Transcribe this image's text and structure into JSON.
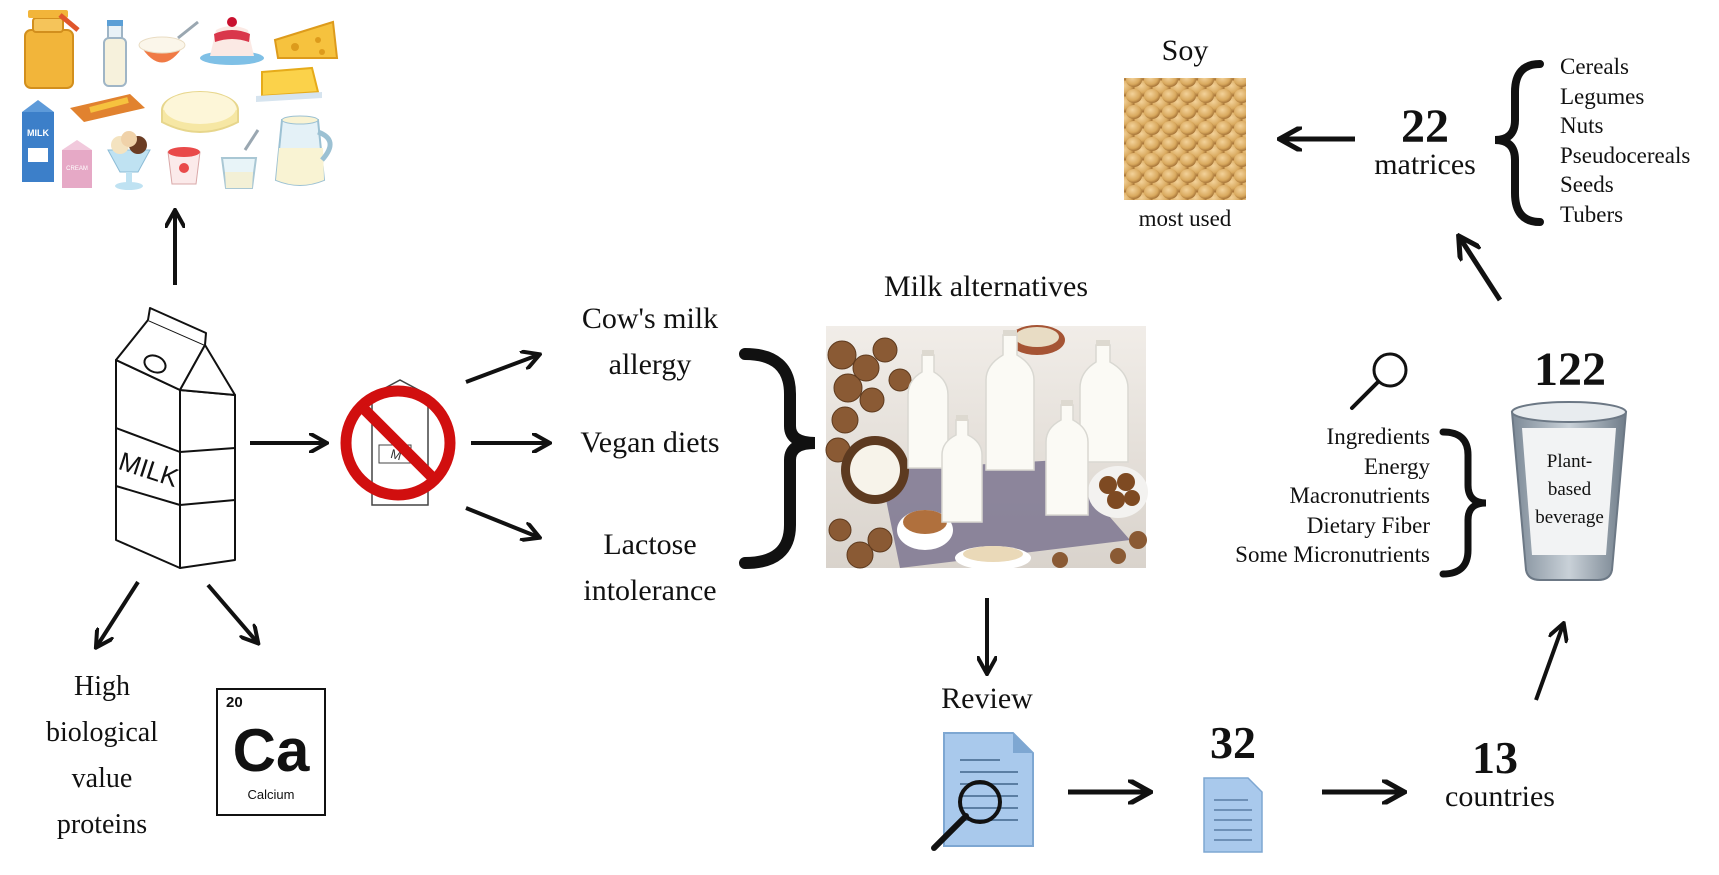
{
  "dairy": {
    "high_protein": [
      "High",
      "biological",
      "value",
      "proteins"
    ],
    "calcium": {
      "number": "20",
      "symbol": "Ca",
      "name": "Calcium"
    },
    "milk_carton_label": "MILK",
    "milk_jug_label": "MILK",
    "cream_label": "CREAM"
  },
  "reasons": {
    "allergy": [
      "Cow's milk",
      "allergy"
    ],
    "vegan": "Vegan diets",
    "lactose": [
      "Lactose",
      "intolerance"
    ]
  },
  "alternatives": {
    "title": "Milk alternatives"
  },
  "review": {
    "label": "Review",
    "count": "32",
    "countries_number": "13",
    "countries_label": "countries"
  },
  "beverage": {
    "count": "122",
    "cup_label": [
      "Plant-",
      "based",
      "beverage"
    ],
    "attributes": [
      "Ingredients",
      "Energy",
      "Macronutrients",
      "Dietary Fiber",
      "Some Micronutrients"
    ]
  },
  "matrices": {
    "number": "22",
    "label": "matrices",
    "list": [
      "Cereals",
      "Legumes",
      "Nuts",
      "Pseudocereals",
      "Seeds",
      "Tubers"
    ]
  },
  "soy": {
    "title": "Soy",
    "caption": "most used"
  },
  "colors": {
    "ink": "#111111",
    "prohibit_red": "#d10f0f",
    "doc_blue": "#a9c9ec",
    "soy_tan": "#d9a95e",
    "cup_grey": "#8c99a6"
  }
}
